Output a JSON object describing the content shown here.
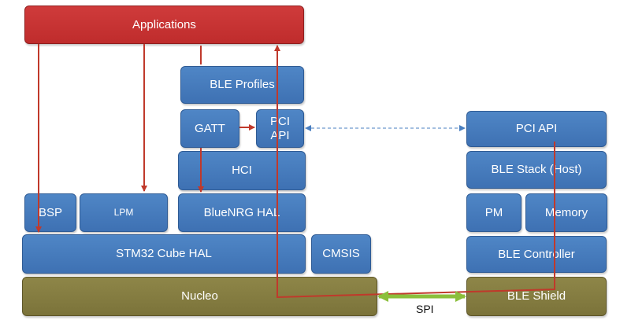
{
  "blocks": {
    "applications": "Applications",
    "ble_profiles": "BLE Profiles",
    "gatt": "GATT",
    "pci_api_host": "PCI\nAPI",
    "hci": "HCI",
    "bsp": "BSP",
    "lpm": "LPM",
    "bluenrg_hal": "BlueNRG HAL",
    "stm32_cube_hal": "STM32 Cube HAL",
    "cmsis": "CMSIS",
    "nucleo": "Nucleo",
    "pci_api_shield": "PCI API",
    "ble_stack_host": "BLE Stack (Host)",
    "pm": "PM",
    "memory": "Memory",
    "ble_controller": "BLE Controller",
    "ble_shield": "BLE Shield"
  },
  "labels": {
    "spi": "SPI"
  },
  "colors": {
    "blue_block": "#4279ba",
    "red_block": "#c93434",
    "olive_block": "#857d40",
    "red_arrow": "#c0392b",
    "green_arrow": "#8bbf3c",
    "dashed_link": "#4a7fc0"
  }
}
